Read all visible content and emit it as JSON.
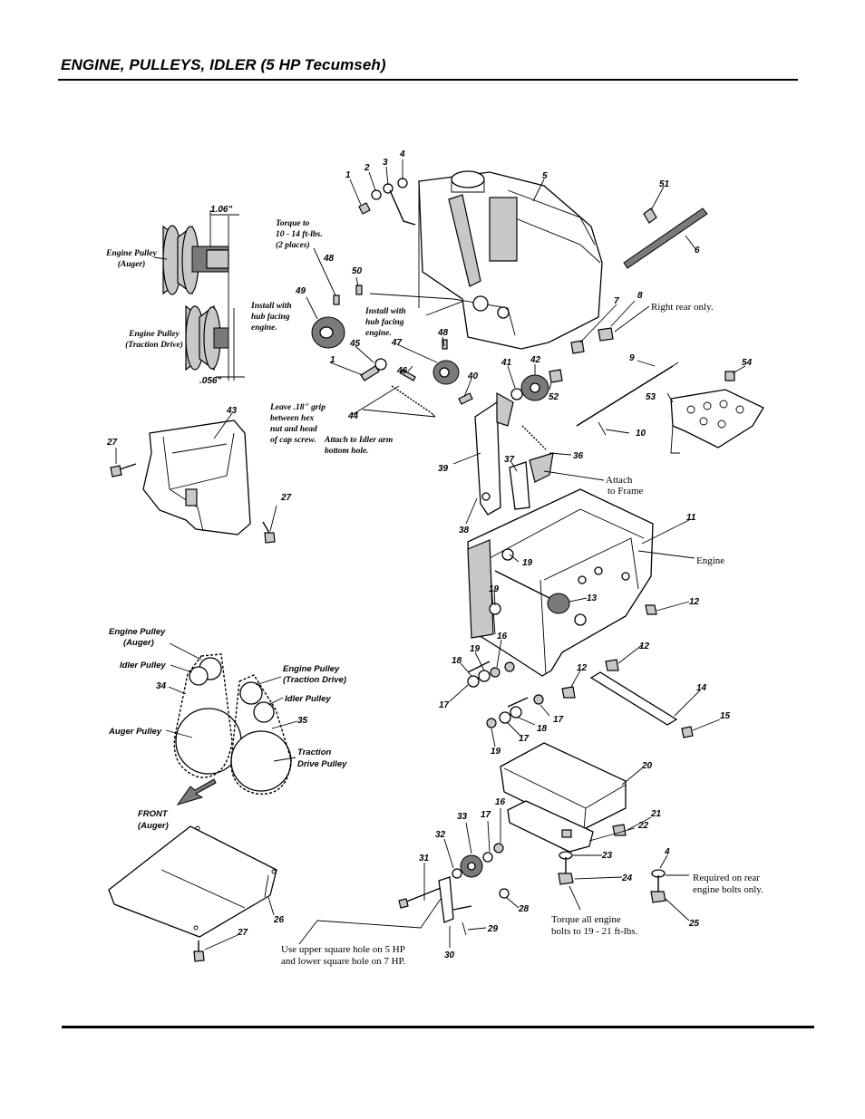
{
  "title": "ENGINE, PULLEYS, IDLER (5 HP Tecumseh)",
  "captions": {
    "dim_top": "1.06\"",
    "dim_bottom": ".056\"",
    "engine_pulley_auger": [
      "Engine Pulley",
      "(Auger)"
    ],
    "engine_pulley_traction": [
      "Engine Pulley",
      "(Traction Drive)"
    ],
    "torque_note": [
      "Torque to",
      "10 - 14 ft-lbs.",
      "(2 places)"
    ],
    "install_hub_left": [
      "Install with",
      "hub facing",
      "engine."
    ],
    "install_hub_right": [
      "Install with",
      "hub facing",
      "engine."
    ],
    "leave_grip": [
      "Leave .18\" grip",
      "between hex",
      "nut and head",
      "of cap screw."
    ],
    "attach_idler": [
      "Attach to Idler arm",
      "bottom hole."
    ],
    "right_rear": "Right rear only.",
    "attach_frame": [
      "Attach",
      "to Frame"
    ],
    "engine": "Engine",
    "required_rear": [
      "Required on rear",
      "engine bolts only."
    ],
    "torque_engine": [
      "Torque all engine",
      "bolts  to 19 - 21 ft-lbs."
    ],
    "use_upper": [
      "Use upper square hole on 5 HP",
      "and lower square hole on 7 HP."
    ],
    "belt_engine_pulley_auger": [
      "Engine Pulley",
      "(Auger)"
    ],
    "belt_idler_left": "Idler Pulley",
    "belt_engine_pulley_traction": [
      "Engine Pulley",
      "(Traction Drive)"
    ],
    "belt_idler_right": "Idler Pulley",
    "belt_auger_pulley": "Auger Pulley",
    "belt_traction_pulley": [
      "Traction",
      "Drive Pulley"
    ],
    "front": [
      "FRONT",
      "(Auger)"
    ]
  },
  "callouts": [
    {
      "id": "c1a",
      "text": "1"
    },
    {
      "id": "c2",
      "text": "2"
    },
    {
      "id": "c3",
      "text": "3"
    },
    {
      "id": "c4a",
      "text": "4"
    },
    {
      "id": "c5",
      "text": "5"
    },
    {
      "id": "c51",
      "text": "51"
    },
    {
      "id": "c6",
      "text": "6"
    },
    {
      "id": "c7",
      "text": "7"
    },
    {
      "id": "c8",
      "text": "8"
    },
    {
      "id": "c48a",
      "text": "48"
    },
    {
      "id": "c50",
      "text": "50"
    },
    {
      "id": "c49",
      "text": "49"
    },
    {
      "id": "c48b",
      "text": "48"
    },
    {
      "id": "c45",
      "text": "45"
    },
    {
      "id": "c47",
      "text": "47"
    },
    {
      "id": "c1b",
      "text": "1"
    },
    {
      "id": "c46",
      "text": "46"
    },
    {
      "id": "c40",
      "text": "40"
    },
    {
      "id": "c41",
      "text": "41"
    },
    {
      "id": "c42",
      "text": "42"
    },
    {
      "id": "c52",
      "text": "52"
    },
    {
      "id": "c9",
      "text": "9"
    },
    {
      "id": "c54",
      "text": "54"
    },
    {
      "id": "c53",
      "text": "53"
    },
    {
      "id": "c10",
      "text": "10"
    },
    {
      "id": "c44",
      "text": "44"
    },
    {
      "id": "c43",
      "text": "43"
    },
    {
      "id": "c27a",
      "text": "27"
    },
    {
      "id": "c27b",
      "text": "27"
    },
    {
      "id": "c39",
      "text": "39"
    },
    {
      "id": "c37",
      "text": "37"
    },
    {
      "id": "c36",
      "text": "36"
    },
    {
      "id": "c38",
      "text": "38"
    },
    {
      "id": "c11",
      "text": "11"
    },
    {
      "id": "c19a",
      "text": "19"
    },
    {
      "id": "c19b",
      "text": "19"
    },
    {
      "id": "c13",
      "text": "13"
    },
    {
      "id": "c12a",
      "text": "12"
    },
    {
      "id": "c12b",
      "text": "12"
    },
    {
      "id": "c12c",
      "text": "12"
    },
    {
      "id": "c16a",
      "text": "16"
    },
    {
      "id": "c18a",
      "text": "18"
    },
    {
      "id": "c19c",
      "text": "19"
    },
    {
      "id": "c17a",
      "text": "17"
    },
    {
      "id": "c14",
      "text": "14"
    },
    {
      "id": "c15",
      "text": "15"
    },
    {
      "id": "c17b",
      "text": "17"
    },
    {
      "id": "c18b",
      "text": "18"
    },
    {
      "id": "c17c",
      "text": "17"
    },
    {
      "id": "c19d",
      "text": "19"
    },
    {
      "id": "c34",
      "text": "34"
    },
    {
      "id": "c35",
      "text": "35"
    },
    {
      "id": "c20",
      "text": "20"
    },
    {
      "id": "c16b",
      "text": "16"
    },
    {
      "id": "c33",
      "text": "33"
    },
    {
      "id": "c17d",
      "text": "17"
    },
    {
      "id": "c32",
      "text": "32"
    },
    {
      "id": "c21",
      "text": "21"
    },
    {
      "id": "c22",
      "text": "22"
    },
    {
      "id": "c4b",
      "text": "4"
    },
    {
      "id": "c23",
      "text": "23"
    },
    {
      "id": "c31",
      "text": "31"
    },
    {
      "id": "c24",
      "text": "24"
    },
    {
      "id": "c28",
      "text": "28"
    },
    {
      "id": "c25",
      "text": "25"
    },
    {
      "id": "c26",
      "text": "26"
    },
    {
      "id": "c29",
      "text": "29"
    },
    {
      "id": "c27c",
      "text": "27"
    },
    {
      "id": "c30",
      "text": "30"
    }
  ]
}
